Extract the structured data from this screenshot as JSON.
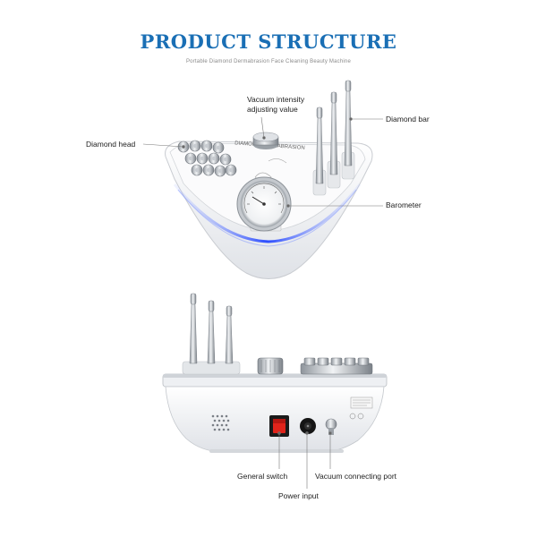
{
  "header": {
    "title": "PRODUCT STRUCTURE",
    "subtitle": "Portable Diamond Dermabrasion Face Cleaning Beauty Machine",
    "title_color": "#1a6fb5"
  },
  "top_view": {
    "labels": {
      "vacuum_line1": "Vacuum intensity",
      "vacuum_line2": "adjusting value",
      "diamond_bar": "Diamond bar",
      "diamond_head": "Diamond head",
      "barometer": "Barometer"
    }
  },
  "side_view": {
    "labels": {
      "general_switch": "General switch",
      "vacuum_port": "Vacuum connecting port",
      "power_input": "Power input"
    }
  },
  "colors": {
    "led_blue": "#3a5bff",
    "switch_red": "#e0241b",
    "body_white": "#f4f5f7"
  },
  "icons": [
    "gauge-icon",
    "speaker-grille-icon",
    "power-switch-icon",
    "power-input-icon",
    "vacuum-port-icon"
  ]
}
